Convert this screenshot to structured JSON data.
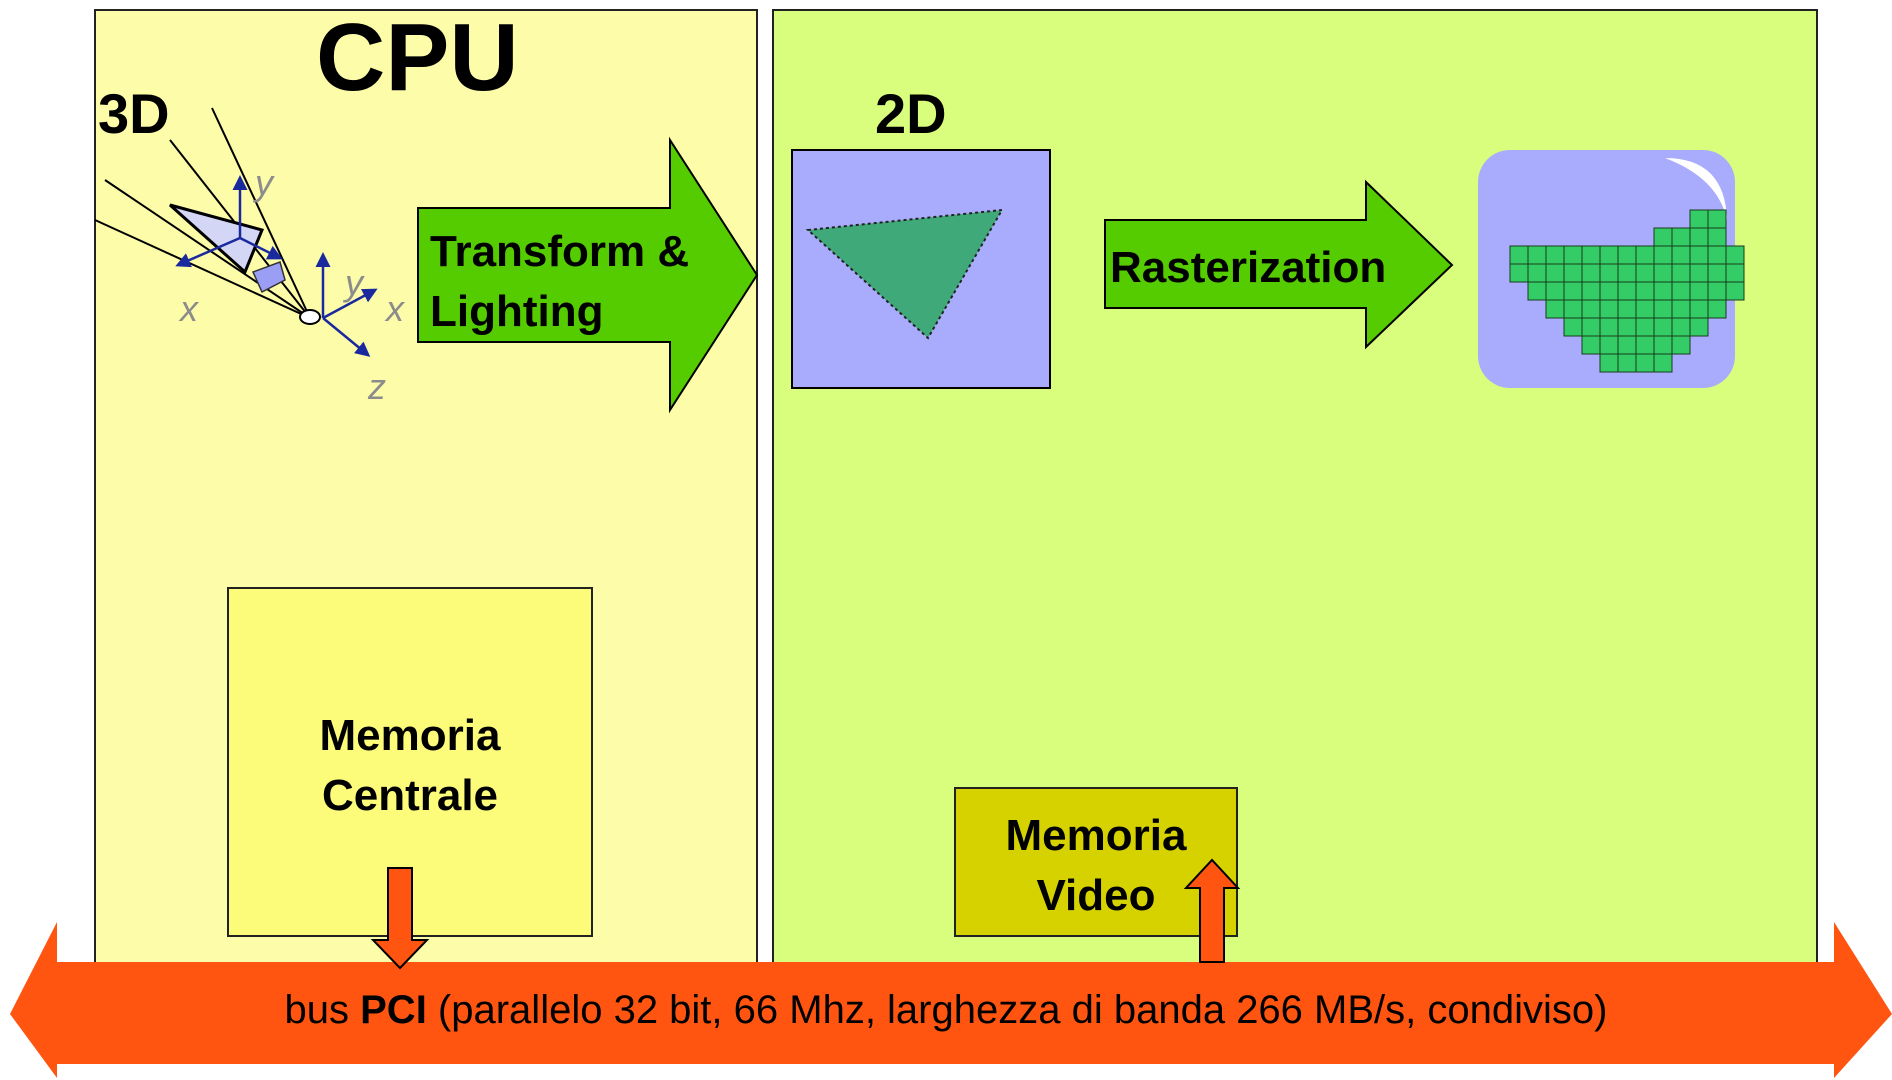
{
  "cpu": {
    "title": "CPU",
    "label_3d": "3D"
  },
  "gpu": {
    "label_2d": "2D"
  },
  "axes": {
    "x_left": "x",
    "y_top": "y",
    "y_right": "y",
    "x_right": "x",
    "z": "z"
  },
  "arrows": {
    "transform_line1": "Transform &",
    "transform_line2": "Lighting",
    "rasterization": "Rasterization"
  },
  "memory": {
    "central_line1": "Memoria",
    "central_line2": "Centrale",
    "video_line1": "Memoria",
    "video_line2": "Video"
  },
  "bus": {
    "prefix": "bus ",
    "name": "PCI",
    "details": " (parallelo 32 bit, 66 Mhz, larghezza di banda 266 MB/s, condiviso)"
  },
  "colors": {
    "cpu_panel": "#fdfca9",
    "gpu_panel": "#d9fd7c",
    "arrow_green": "#55cc00",
    "screen_blue": "#a9acfd",
    "triangle_green": "#3fa97a",
    "pixel_green": "#33cc66",
    "memory_central": "#fdfb7a",
    "memory_video": "#d6d200",
    "bus_orange": "#ff5511"
  }
}
